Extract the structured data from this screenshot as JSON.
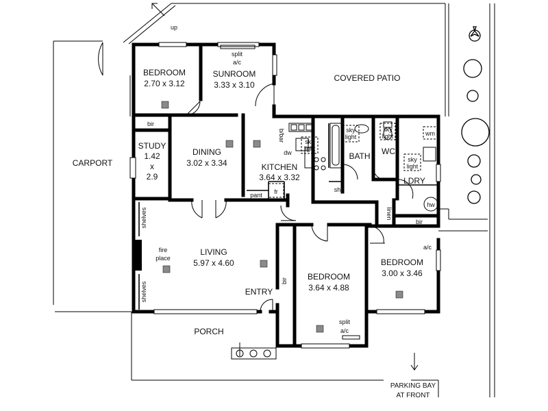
{
  "plan": {
    "rooms": {
      "bedroom1": {
        "name": "BEDROOM",
        "size": "2.70 x 3.12"
      },
      "sunroom": {
        "name": "SUNROOM",
        "size": "3.33 x 3.10"
      },
      "dining": {
        "name": "DINING",
        "size": "3.02 x 3.34"
      },
      "study": {
        "name": "STUDY",
        "w": "1.42",
        "x": "x",
        "h": "2.9"
      },
      "kitchen": {
        "name": "KITCHEN",
        "size": "3.64 x 3.32"
      },
      "bath": {
        "name": "BATH"
      },
      "wc": {
        "name": "WC"
      },
      "laundry": {
        "name": "LDRY"
      },
      "living": {
        "name": "LIVING",
        "size": "5.97 x 4.60"
      },
      "bedroom2": {
        "name": "BEDROOM",
        "size": "3.64 x 4.88"
      },
      "bedroom3": {
        "name": "BEDROOM",
        "size": "3.00 x 3.46"
      }
    },
    "areas": {
      "covered_patio": "COVERED PATIO",
      "carport": "CARPORT",
      "porch": "PORCH",
      "entry": "ENTRY",
      "parking_line1": "PARKING BAY",
      "parking_line2": "AT FRONT",
      "up": "up"
    },
    "fixtures": {
      "split_ac_top1": "split",
      "split_ac_top2": "a/c",
      "split_ac_bottom1": "split",
      "split_ac_bottom2": "a/c",
      "ac_right": "a/c",
      "bir_bedroom1": "bir",
      "bir_bedroom2": "bir",
      "bir_bedroom3": "bir",
      "bbar": "b/bar",
      "dw": "dw",
      "pant": "pant",
      "fr": "fr",
      "shr": "shr",
      "linen": "linen",
      "wm": "wm",
      "hw": "hw",
      "shelves_top": "shelves",
      "shelves_bottom": "shelves",
      "fire1": "fire",
      "fire2": "place",
      "sky1a": "sky",
      "sky1b": "light",
      "sky2a": "sky",
      "sky2b": "light",
      "sky3a": "sky",
      "sky3b": "light",
      "sky4a": "sky",
      "sky4b": "light"
    }
  }
}
